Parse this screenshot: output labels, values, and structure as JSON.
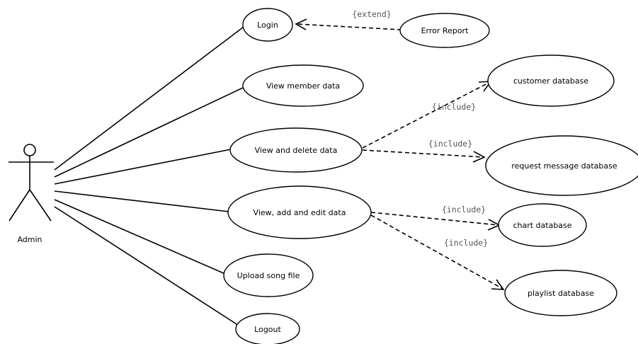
{
  "actor": {
    "name": "Admin"
  },
  "use_cases": {
    "login": "Login",
    "error_report": "Error Report",
    "view_member_data": "View member data",
    "view_delete_data": "View and delete data",
    "view_add_edit_data": "View, add and edit data",
    "upload_song_file": "Upload song file",
    "logout": "Logout",
    "customer_database": "customer database",
    "request_message_database": "request message database",
    "chart_database": "chart database",
    "playlist_database": "playlist database"
  },
  "relationships": {
    "extend": "{extend}",
    "include_customer": "{include}",
    "include_request": "{include}",
    "include_chart": "{include}",
    "include_playlist": "{include}"
  }
}
